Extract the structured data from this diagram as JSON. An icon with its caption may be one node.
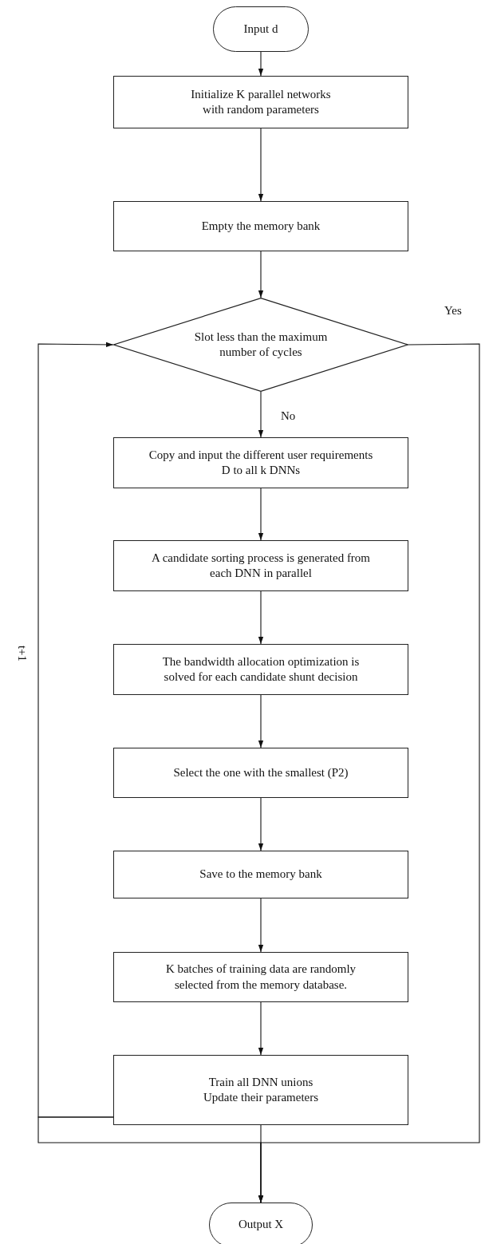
{
  "diagram": {
    "nodes": [
      {
        "text": [
          "Input d"
        ]
      },
      {
        "text": [
          "Initialize K parallel networks with random parameters"
        ]
      },
      {
        "text": [
          "Empty the memory bank"
        ]
      },
      {
        "text": [
          "Slot less than the maximum number of cycles"
        ]
      },
      {
        "text": [
          "Copy and input the different user requirements D to all k DNNs"
        ]
      },
      {
        "text": [
          "A candidate sorting process is generated from each DNN in parallel"
        ]
      },
      {
        "text": [
          "The bandwidth allocation optimization is solved for each candidate shunt decision"
        ]
      },
      {
        "text": [
          "Select the one with the smallest (P2)"
        ]
      },
      {
        "text": [
          "Save to the memory bank"
        ]
      },
      {
        "text": [
          "K batches of training data are randomly selected from the memory database."
        ]
      },
      {
        "text": [
          "Train all DNN unions Update their parameters"
        ]
      },
      {
        "text": [
          "Output X"
        ]
      }
    ],
    "edges": [
      {
        "from": 0,
        "to": 1,
        "arrow": "to"
      },
      {
        "from": 1,
        "to": 2,
        "arrow": "to"
      },
      {
        "from": 2,
        "to": 3,
        "arrow": "to"
      },
      {
        "from": 3,
        "to": 4,
        "arrow": "to",
        "label": "No"
      },
      {
        "from": 4,
        "to": 5,
        "arrow": "to"
      },
      {
        "from": 5,
        "to": 6,
        "arrow": "to"
      },
      {
        "from": 6,
        "to": 7,
        "arrow": "to"
      },
      {
        "from": 7,
        "to": 8,
        "arrow": "to"
      },
      {
        "from": 8,
        "to": 9,
        "arrow": "to"
      },
      {
        "from": 9,
        "to": 10,
        "arrow": "to"
      },
      {
        "from": 10,
        "to": 3,
        "arrow": "to",
        "label": "t+1"
      },
      {
        "from": 3,
        "to": 11,
        "arrow": "to",
        "label": "Yes"
      },
      {
        "from": 10,
        "to": 11,
        "arrow": "to"
      },
      {
        "from": 10,
        "to": 11,
        "arrow": "to"
      }
    ]
  }
}
